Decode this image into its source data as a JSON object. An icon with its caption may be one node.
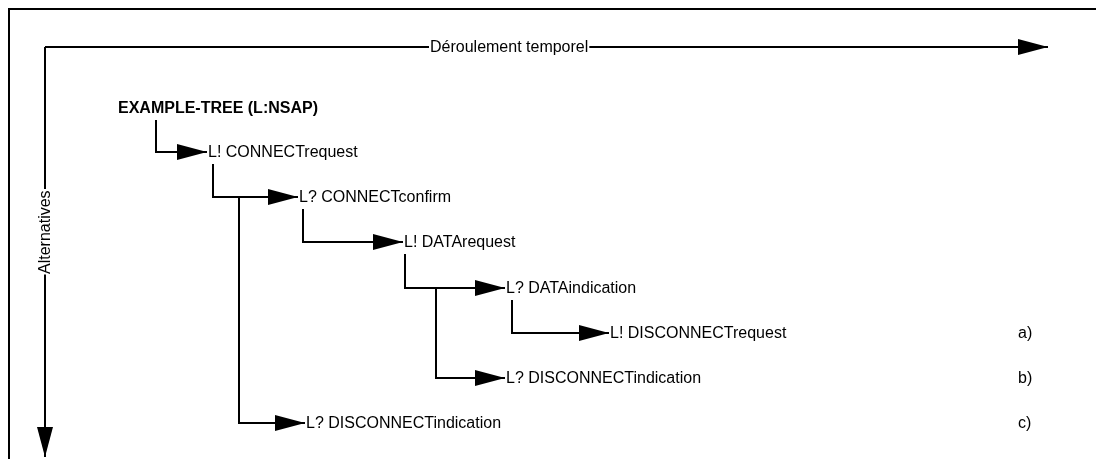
{
  "diagram": {
    "nodes": [
      {
        "text": [
          "EXAMPLE-TREE (L:NSAP)"
        ]
      },
      {
        "text": [
          "L! CONNECTrequest"
        ]
      },
      {
        "text": [
          "L? CONNECTconfirm"
        ]
      },
      {
        "text": [
          "L! DATArequest"
        ]
      },
      {
        "text": [
          "L? DATAindication"
        ]
      },
      {
        "text": [
          "L! DISCONNECTrequest"
        ]
      },
      {
        "text": [
          "L? DISCONNECTindication"
        ]
      },
      {
        "text": [
          "L? DISCONNECTindication"
        ]
      }
    ],
    "edges": [
      {
        "from": 0,
        "to": 1,
        "arrow": "to"
      },
      {
        "from": 1,
        "to": 2,
        "arrow": "to"
      },
      {
        "from": 1,
        "to": 7,
        "arrow": "to"
      },
      {
        "from": 2,
        "to": 3,
        "arrow": "to"
      },
      {
        "from": 3,
        "to": 4,
        "arrow": "to"
      },
      {
        "from": 4,
        "to": 5,
        "arrow": "to"
      },
      {
        "from": 3,
        "to": 6,
        "arrow": "to"
      }
    ],
    "labels": [
      "Déroulement temporel",
      "Alternatives",
      "a)",
      "b)",
      "c)"
    ]
  }
}
